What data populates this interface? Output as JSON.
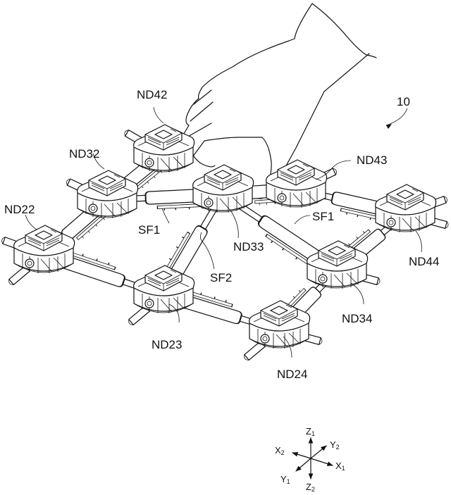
{
  "figure": {
    "reference_numeral": "10",
    "description": "Modular robot lattice of interconnected node units linked by telescopic shafts, being manipulated by a hand"
  },
  "nodes": [
    {
      "id": "ND42",
      "label": "ND42"
    },
    {
      "id": "ND32",
      "label": "ND32"
    },
    {
      "id": "ND22",
      "label": "ND22"
    },
    {
      "id": "ND43",
      "label": "ND43"
    },
    {
      "id": "ND33",
      "label": "ND33"
    },
    {
      "id": "ND23",
      "label": "ND23"
    },
    {
      "id": "ND44",
      "label": "ND44"
    },
    {
      "id": "ND34",
      "label": "ND34"
    },
    {
      "id": "ND24",
      "label": "ND24"
    }
  ],
  "shafts": [
    {
      "id": "SF1-left",
      "label": "SF1"
    },
    {
      "id": "SF1-right",
      "label": "SF1"
    },
    {
      "id": "SF2",
      "label": "SF2"
    }
  ],
  "axes": {
    "z_up": {
      "base": "Z",
      "sub": "1"
    },
    "z_down": {
      "base": "Z",
      "sub": "2"
    },
    "x_pos": {
      "base": "X",
      "sub": "1"
    },
    "x_neg": {
      "base": "X",
      "sub": "2"
    },
    "y_pos": {
      "base": "Y",
      "sub": "2"
    },
    "y_neg": {
      "base": "Y",
      "sub": "1"
    }
  }
}
